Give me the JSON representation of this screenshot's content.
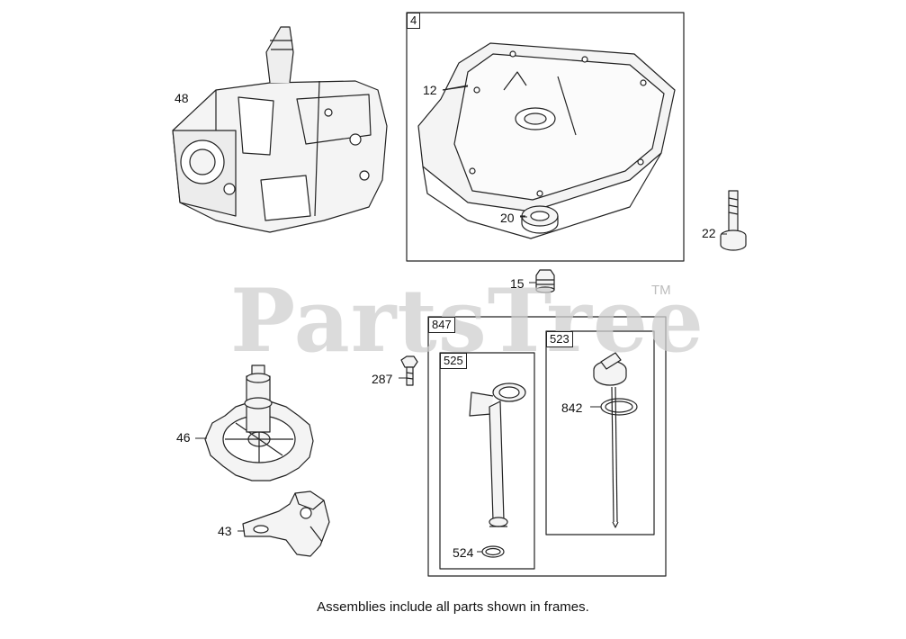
{
  "watermark": {
    "text": "PartsTree",
    "tm": "TM"
  },
  "frames": {
    "f4": "4",
    "f847": "847",
    "f525": "525",
    "f523": "523"
  },
  "callouts": {
    "p48": "48",
    "p12": "12",
    "p20": "20",
    "p22": "22",
    "p15": "15",
    "p287": "287",
    "p46": "46",
    "p43": "43",
    "p524": "524",
    "p842": "842"
  },
  "caption": "Assemblies include all parts shown in frames.",
  "colors": {
    "line": "#222222",
    "fill": "#f4f4f4",
    "watermark": "#cfcfcf"
  }
}
